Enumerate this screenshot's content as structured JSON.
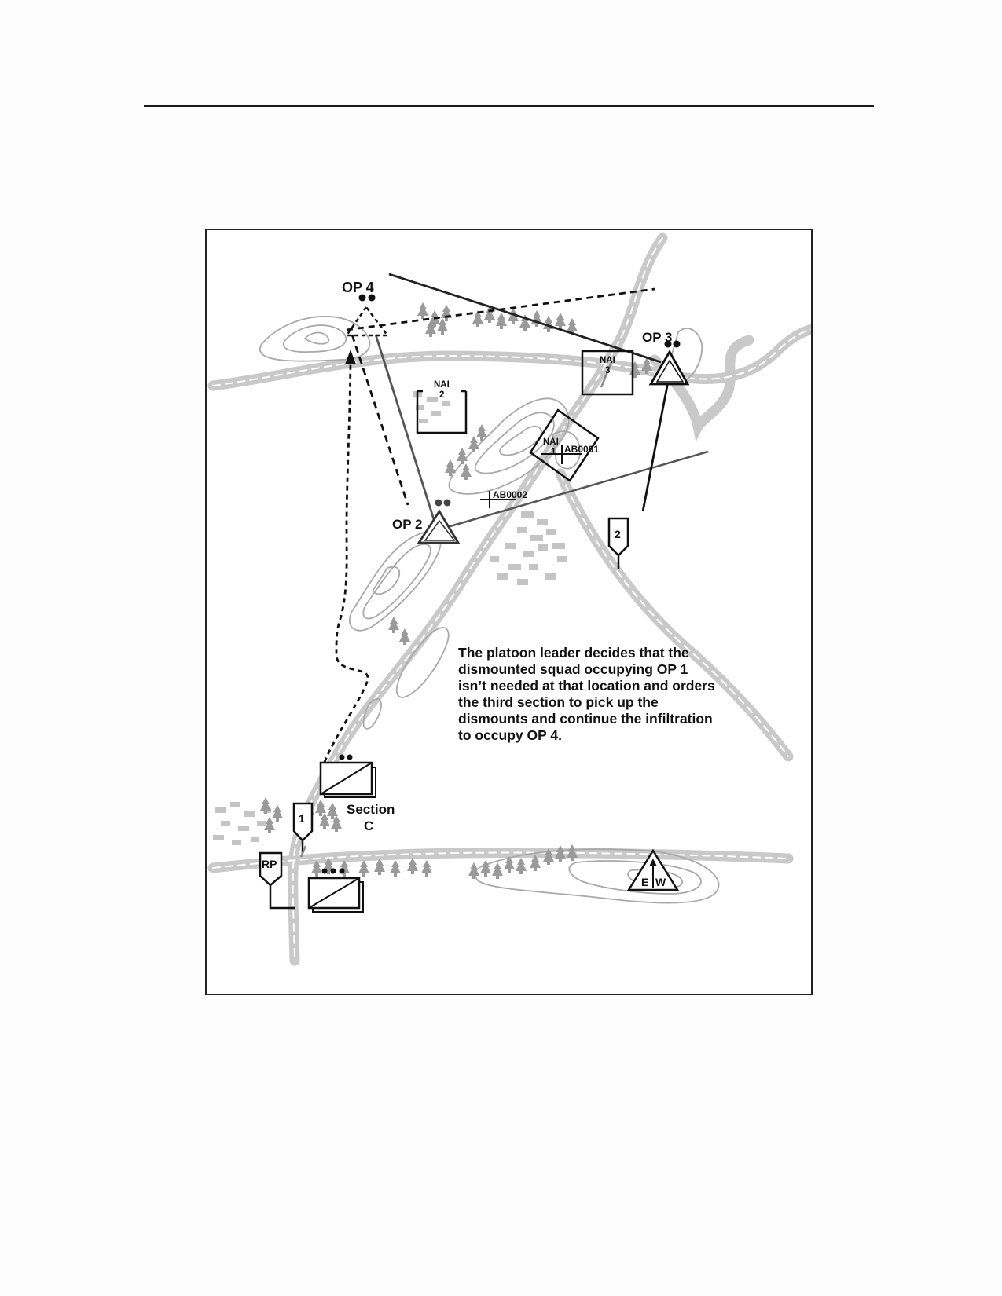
{
  "colors": {
    "road_fill": "#c9c9c9",
    "road_dash": "#ffffff",
    "terrain": "#a9a9a9",
    "building": "#c4c4c4",
    "tree": "#9a9a9a",
    "ink": "#111111"
  },
  "map": {
    "op4_label": "OP 4",
    "op3_label": "OP 3",
    "op2_label": "OP 2",
    "nai1_label": "NAI",
    "nai1_num": "1",
    "nai2_label": "NAI",
    "nai2_num": "2",
    "nai3_label": "NAI",
    "nai3_num": "3",
    "ab0001": "AB0001",
    "ab0002": "AB0002",
    "checkpoint1": "1",
    "checkpoint2": "2",
    "rp_label": "RP",
    "section_label": "Section",
    "section_letter": "C",
    "ew_left": "E",
    "ew_right": "W",
    "narrative": "The platoon leader decides that the dismounted squad occupying OP 1 isn’t needed at that location and orders the third section to pick up the dismounts and continue the infiltration to occupy OP 4."
  }
}
